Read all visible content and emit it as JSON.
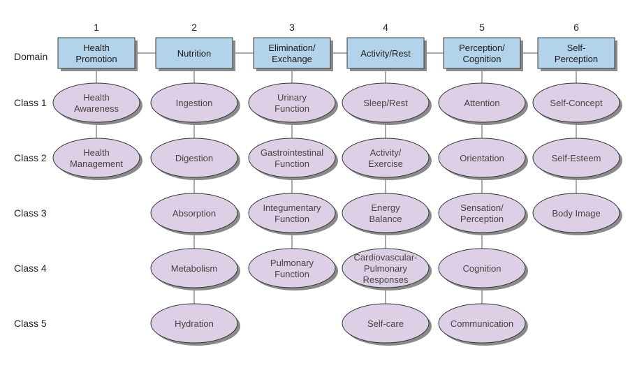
{
  "header": {
    "domain_label": "Domain"
  },
  "row_labels": [
    "Class 1",
    "Class 2",
    "Class 3",
    "Class 4",
    "Class 5"
  ],
  "domains": [
    {
      "number": "1",
      "name": [
        "Health",
        "Promotion"
      ],
      "classes": [
        [
          "Health",
          "Awareness"
        ],
        [
          "Health",
          "Management"
        ]
      ]
    },
    {
      "number": "2",
      "name": [
        "Nutrition"
      ],
      "classes": [
        [
          "Ingestion"
        ],
        [
          "Digestion"
        ],
        [
          "Absorption"
        ],
        [
          "Metabolism"
        ],
        [
          "Hydration"
        ]
      ]
    },
    {
      "number": "3",
      "name": [
        "Elimination/",
        "Exchange"
      ],
      "classes": [
        [
          "Urinary",
          "Function"
        ],
        [
          "Gastrointestinal",
          "Function"
        ],
        [
          "Integumentary",
          "Function"
        ],
        [
          "Pulmonary",
          "Function"
        ]
      ]
    },
    {
      "number": "4",
      "name": [
        "Activity/Rest"
      ],
      "classes": [
        [
          "Sleep/Rest"
        ],
        [
          "Activity/",
          "Exercise"
        ],
        [
          "Energy",
          "Balance"
        ],
        [
          "Cardiovascular-",
          "Pulmonary",
          "Responses"
        ],
        [
          "Self-care"
        ]
      ]
    },
    {
      "number": "5",
      "name": [
        "Perception/",
        "Cognition"
      ],
      "classes": [
        [
          "Attention"
        ],
        [
          "Orientation"
        ],
        [
          "Sensation/",
          "Perception"
        ],
        [
          "Cognition"
        ],
        [
          "Communication"
        ]
      ]
    },
    {
      "number": "6",
      "name": [
        "Self-",
        "Perception"
      ],
      "classes": [
        [
          "Self-Concept"
        ],
        [
          "Self-Esteem"
        ],
        [
          "Body Image"
        ]
      ]
    }
  ],
  "colors": {
    "domain_fill": "#b3d3ea",
    "domain_stroke": "#3b3b3b",
    "ellipse_fill": "#ddd0e6",
    "ellipse_stroke": "#333333",
    "shadow": "#8a8a8a"
  }
}
